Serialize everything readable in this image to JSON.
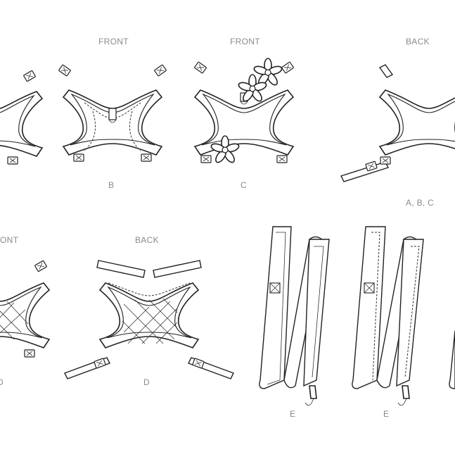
{
  "views": {
    "front_b": "FRONT",
    "front_c": "FRONT",
    "back_abc": "BACK",
    "front_d": "ONT",
    "back_d": "BACK"
  },
  "captions": {
    "b": "B",
    "c": "C",
    "abc": "A, B, C",
    "d_left": "D",
    "d_back": "D",
    "e1": "E",
    "e2": "E"
  }
}
